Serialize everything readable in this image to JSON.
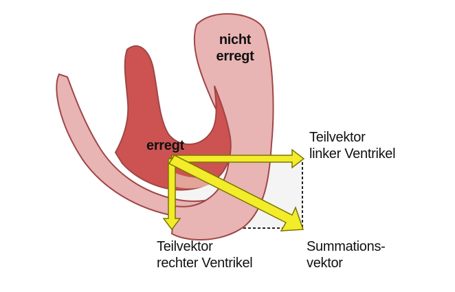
{
  "labels": {
    "not_excited": [
      "nicht",
      "erregt"
    ],
    "excited": "erregt",
    "left_vector": [
      "Teilvektor",
      "linker Ventrikel"
    ],
    "right_vector": [
      "Teilvektor",
      "rechter Ventrikel"
    ],
    "sum_vector": [
      "Summations-",
      "vektor"
    ]
  },
  "colors": {
    "not_excited_tissue": "#e8b4b4",
    "excited_tissue": "#cc5352",
    "outline": "#a04545",
    "vector_fill": "#f2ec2a",
    "vector_stroke": "#7a7400",
    "dashed_box": "#222222"
  }
}
